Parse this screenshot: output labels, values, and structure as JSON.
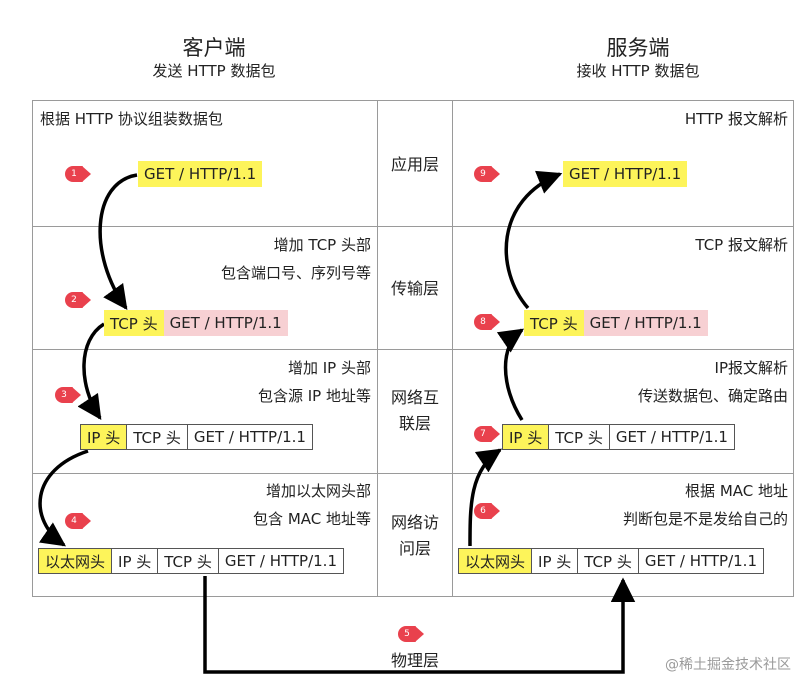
{
  "client": {
    "title": "客户端",
    "subtitle": "发送 HTTP 数据包"
  },
  "server": {
    "title": "服务端",
    "subtitle": "接收 HTTP 数据包"
  },
  "layers": {
    "app": "应用层",
    "transport": "传输层",
    "network_line1": "网络互",
    "network_line2": "联层",
    "link_line1": "网络访",
    "link_line2": "问层",
    "physical": "物理层"
  },
  "client_notes": {
    "app": "根据 HTTP 协议组装数据包",
    "transport_1": "增加 TCP 头部",
    "transport_2": "包含端口号、序列号等",
    "network_1": "增加 IP 头部",
    "network_2": "包含源 IP 地址等",
    "link_1": "增加以太网头部",
    "link_2": "包含 MAC 地址等"
  },
  "server_notes": {
    "app": "HTTP 报文解析",
    "transport": "TCP 报文解析",
    "network_1": "IP报文解析",
    "network_2": "传送数据包、确定路由",
    "link_1": "根据 MAC 地址",
    "link_2": "判断包是不是发给自己的"
  },
  "packet": {
    "payload": "GET / HTTP/1.1",
    "tcp_header": "TCP 头",
    "ip_header": "IP 头",
    "eth_header": "以太网头"
  },
  "steps": [
    "1",
    "2",
    "3",
    "4",
    "5",
    "6",
    "7",
    "8",
    "9"
  ],
  "watermark": "@稀土掘金技术社区",
  "colors": {
    "header_fill": "#fdf45a",
    "payload_fill": "#f7d0d3",
    "badge": "#e9414d",
    "grid": "#9a9a9a"
  }
}
